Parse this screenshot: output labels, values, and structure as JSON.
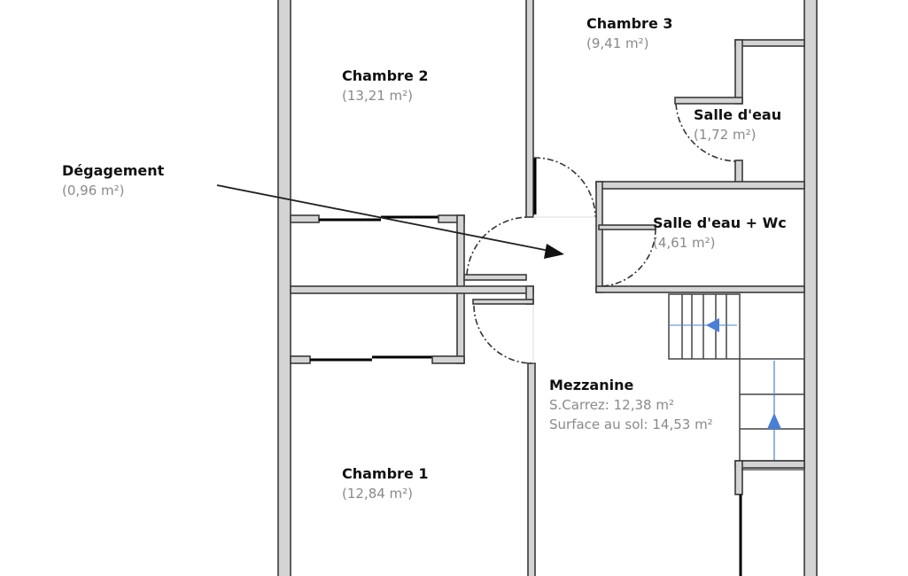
{
  "rooms": {
    "chambre2": {
      "name": "Chambre 2",
      "area": "(13,21 m²)"
    },
    "chambre3": {
      "name": "Chambre 3",
      "area": "(9,41 m²)"
    },
    "salle_eau": {
      "name": "Salle d'eau",
      "area": "(1,72 m²)"
    },
    "degagement": {
      "name": "Dégagement",
      "area": "(0,96 m²)"
    },
    "salle_eau_wc": {
      "name": "Salle d'eau + Wc",
      "area": "(4,61 m²)"
    },
    "mezzanine": {
      "name": "Mezzanine",
      "carrez": "S.Carrez: 12,38 m²",
      "sol": "Surface au sol: 14,53 m²"
    },
    "chambre1": {
      "name": "Chambre 1",
      "area": "(12,84 m²)"
    }
  },
  "colors": {
    "wall_fill": "#d4d4d4",
    "stair_arrow": "#4a7fd6"
  }
}
